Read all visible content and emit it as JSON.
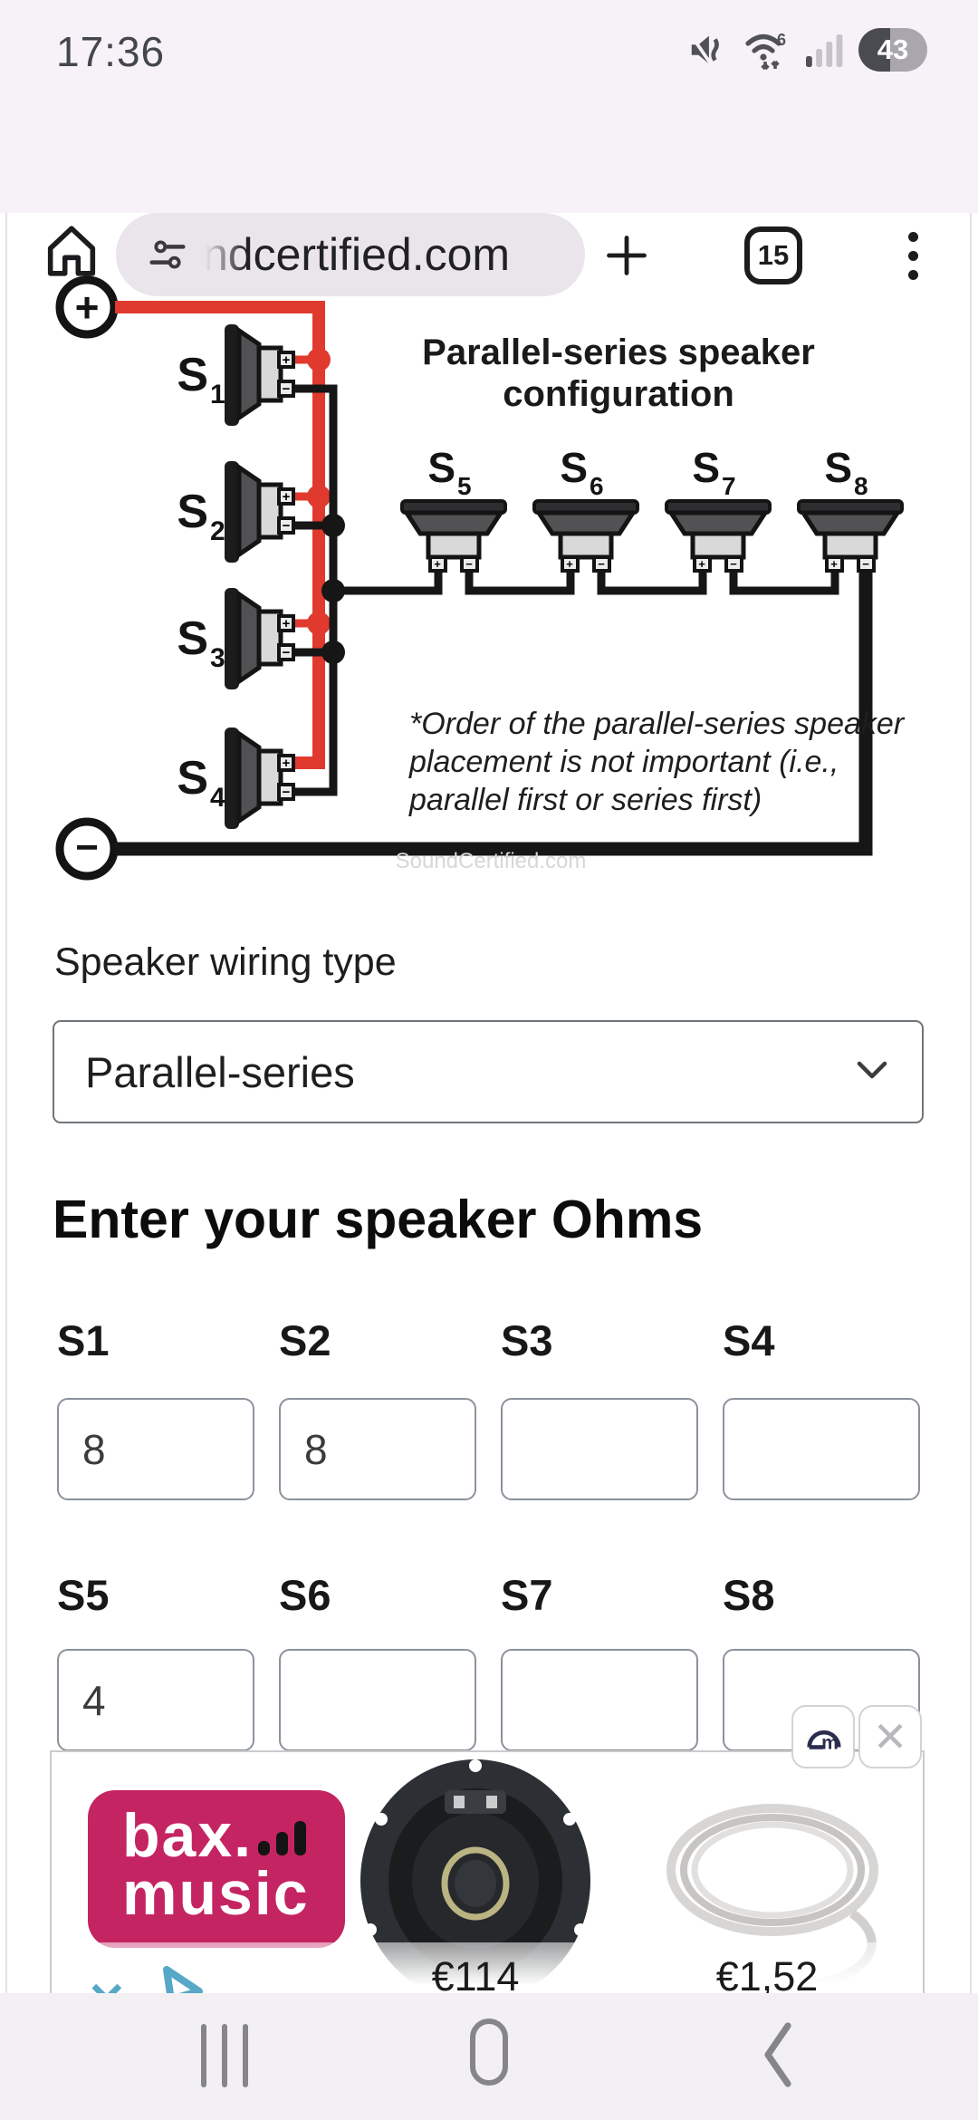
{
  "status_bar": {
    "time": "17:36",
    "battery_percent": "43"
  },
  "toolbar": {
    "url": "ndcertified.com",
    "tab_count": "15"
  },
  "diagram": {
    "title_line1": "Parallel-series speaker",
    "title_line2": "configuration",
    "speaker_letter": "S",
    "side_speaker_subs": [
      "1",
      "2",
      "3",
      "4"
    ],
    "top_speaker_subs": [
      "5",
      "6",
      "7",
      "8"
    ],
    "plus": "+",
    "minus": "−",
    "note_line1": "*Order of the parallel-series speaker",
    "note_line2": "placement is not important (i.e.,",
    "note_line3": "parallel first or series first)",
    "watermark": "SoundCertified.com",
    "wire_positive_color": "#e03a2f",
    "wire_negative_color": "#161616"
  },
  "form": {
    "wiring_type_label": "Speaker wiring type",
    "wiring_type_value": "Parallel-series",
    "ohms_heading": "Enter your speaker Ohms",
    "row1": [
      {
        "label": "S1",
        "value": "8"
      },
      {
        "label": "S2",
        "value": "8"
      },
      {
        "label": "S3",
        "value": ""
      },
      {
        "label": "S4",
        "value": ""
      }
    ],
    "row2": [
      {
        "label": "S5",
        "value": "4"
      },
      {
        "label": "S6",
        "value": ""
      },
      {
        "label": "S7",
        "value": ""
      },
      {
        "label": "S8",
        "value": ""
      }
    ]
  },
  "ad": {
    "brand_line1": "bax.",
    "brand_line2": "music",
    "brand_color": "#c42462",
    "price_speaker": "€114",
    "price_cable": "€1,52"
  }
}
